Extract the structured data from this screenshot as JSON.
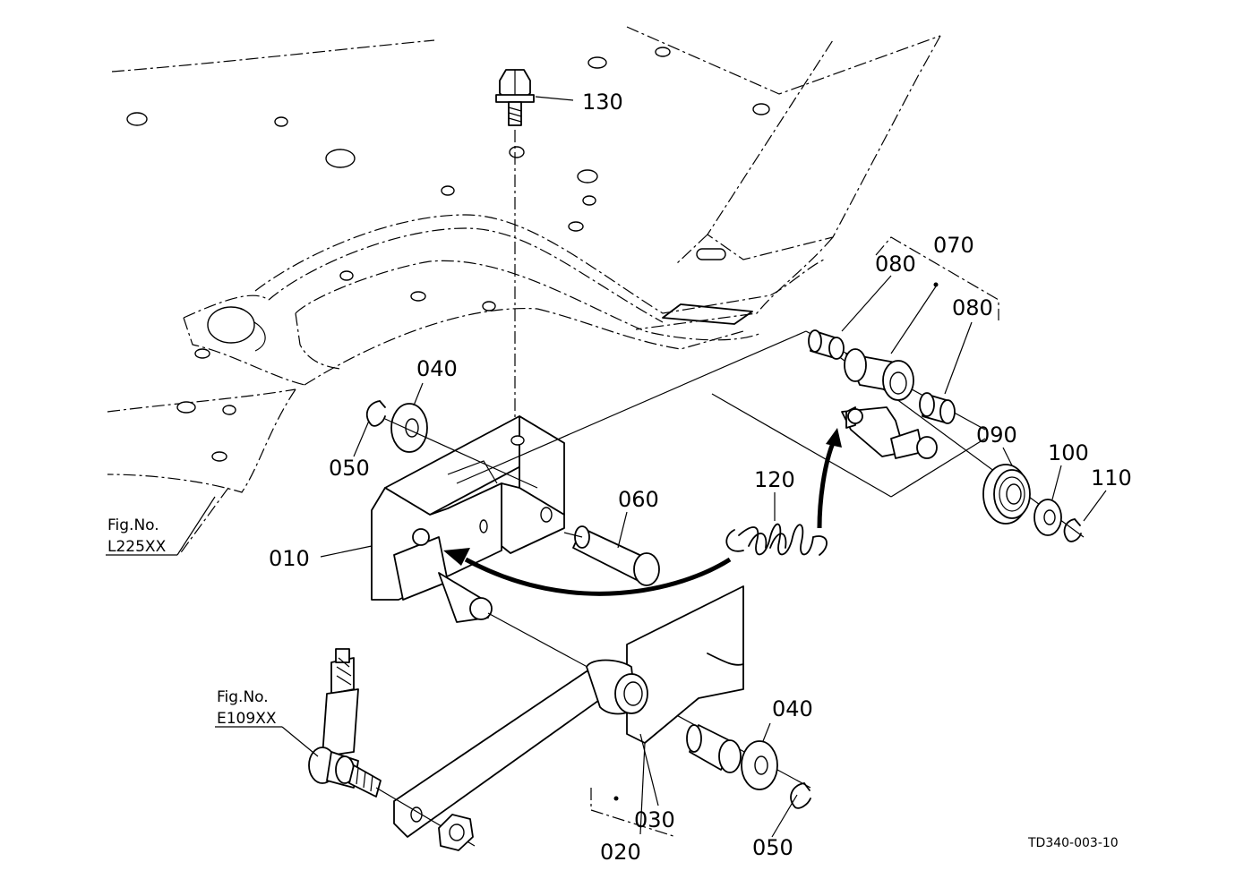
{
  "callouts": {
    "c010": "010",
    "c020": "020",
    "c030": "030",
    "c040a": "040",
    "c040b": "040",
    "c050a": "050",
    "c050b": "050",
    "c060": "060",
    "c070": "070",
    "c080a": "080",
    "c080b": "080",
    "c090": "090",
    "c100": "100",
    "c110": "110",
    "c120": "120",
    "c130": "130"
  },
  "fig_refs": {
    "l225": {
      "label": "Fig.No.",
      "number": "L225XX"
    },
    "e109": {
      "label": "Fig.No.",
      "number": "E109XX"
    }
  },
  "drawing_code": "TD340-003-10"
}
